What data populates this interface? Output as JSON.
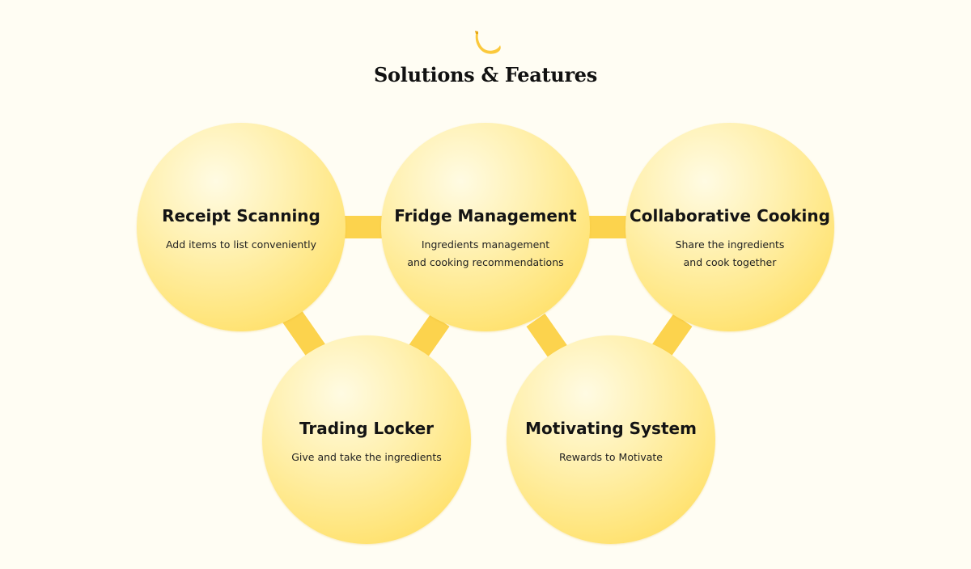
{
  "header": {
    "title": "Solutions & Features",
    "logo_icon": "banana-icon"
  },
  "colors": {
    "background": "#fffdf3",
    "circle_fill": "#ffe680",
    "connector": "#fcd34d",
    "logo": "#fbc93c"
  },
  "features": [
    {
      "title": "Receipt Scanning",
      "description": [
        "Add items to list conveniently"
      ]
    },
    {
      "title": "Fridge Management",
      "description": [
        "Ingredients management",
        "and cooking recommendations"
      ]
    },
    {
      "title": "Collaborative Cooking",
      "description": [
        "Share the ingredients",
        "and cook together"
      ]
    },
    {
      "title": "Trading Locker",
      "description": [
        "Give and take the ingredients"
      ]
    },
    {
      "title": "Motivating System",
      "description": [
        "Rewards to Motivate"
      ]
    }
  ]
}
